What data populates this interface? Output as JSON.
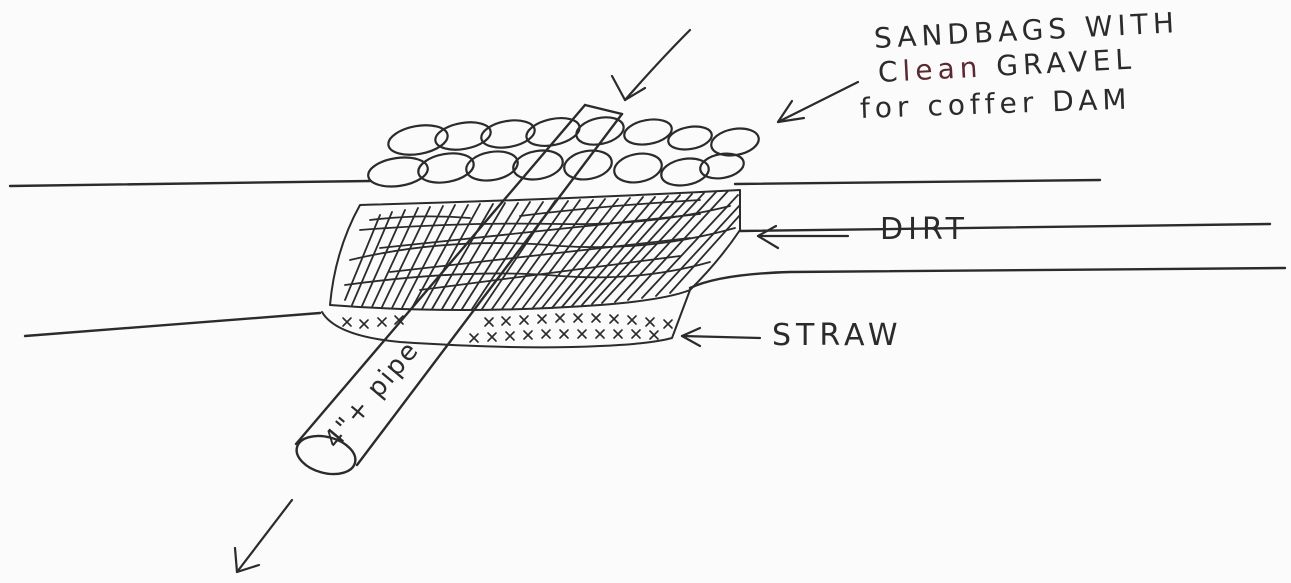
{
  "diagram": {
    "colors": {
      "ink": "#2c2a2a",
      "accent_ink": "#5a2a32",
      "paper": "#fbfbfb"
    },
    "labels": {
      "sandbags_line1": "SANDBAGS WITH",
      "sandbags_line2_a": "C",
      "sandbags_line2_b": "lean",
      "sandbags_line2_c": " GRAVEL",
      "sandbags_line3": "for coffer DAM",
      "dirt": "DIRT",
      "straw": "STRAW",
      "pipe": "4\"+ pipe"
    }
  }
}
